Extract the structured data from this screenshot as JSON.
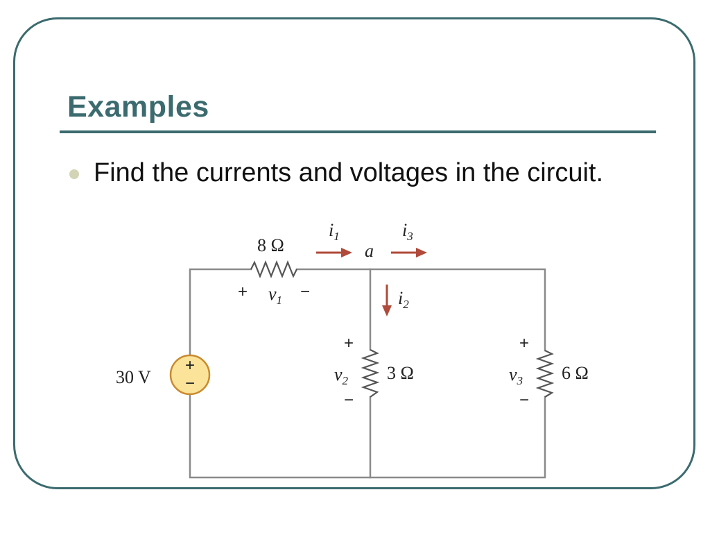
{
  "slide": {
    "title": "Examples",
    "bullet": "Find the currents and voltages in the circuit."
  },
  "circuit": {
    "source": {
      "label": "30 V",
      "plus": "+",
      "minus": "−"
    },
    "r1": {
      "label": "8 Ω",
      "voltage_var": "v",
      "voltage_sub": "1",
      "plus": "+",
      "minus": "−"
    },
    "r2": {
      "label": "3 Ω",
      "voltage_var": "v",
      "voltage_sub": "2",
      "plus": "+",
      "minus": "−"
    },
    "r3": {
      "label": "6 Ω",
      "voltage_var": "v",
      "voltage_sub": "3",
      "plus": "+",
      "minus": "−"
    },
    "node": {
      "label": "a"
    },
    "currents": {
      "i1": {
        "var": "i",
        "sub": "1"
      },
      "i2": {
        "var": "i",
        "sub": "2"
      },
      "i3": {
        "var": "i",
        "sub": "3"
      }
    }
  },
  "colors": {
    "accent": "#3b6b6e",
    "bullet": "#d2d4b5",
    "wire": "#8a8a8a",
    "arrow": "#b04a3a",
    "source_fill": "#fbe39a",
    "source_stroke": "#c98a2e"
  }
}
